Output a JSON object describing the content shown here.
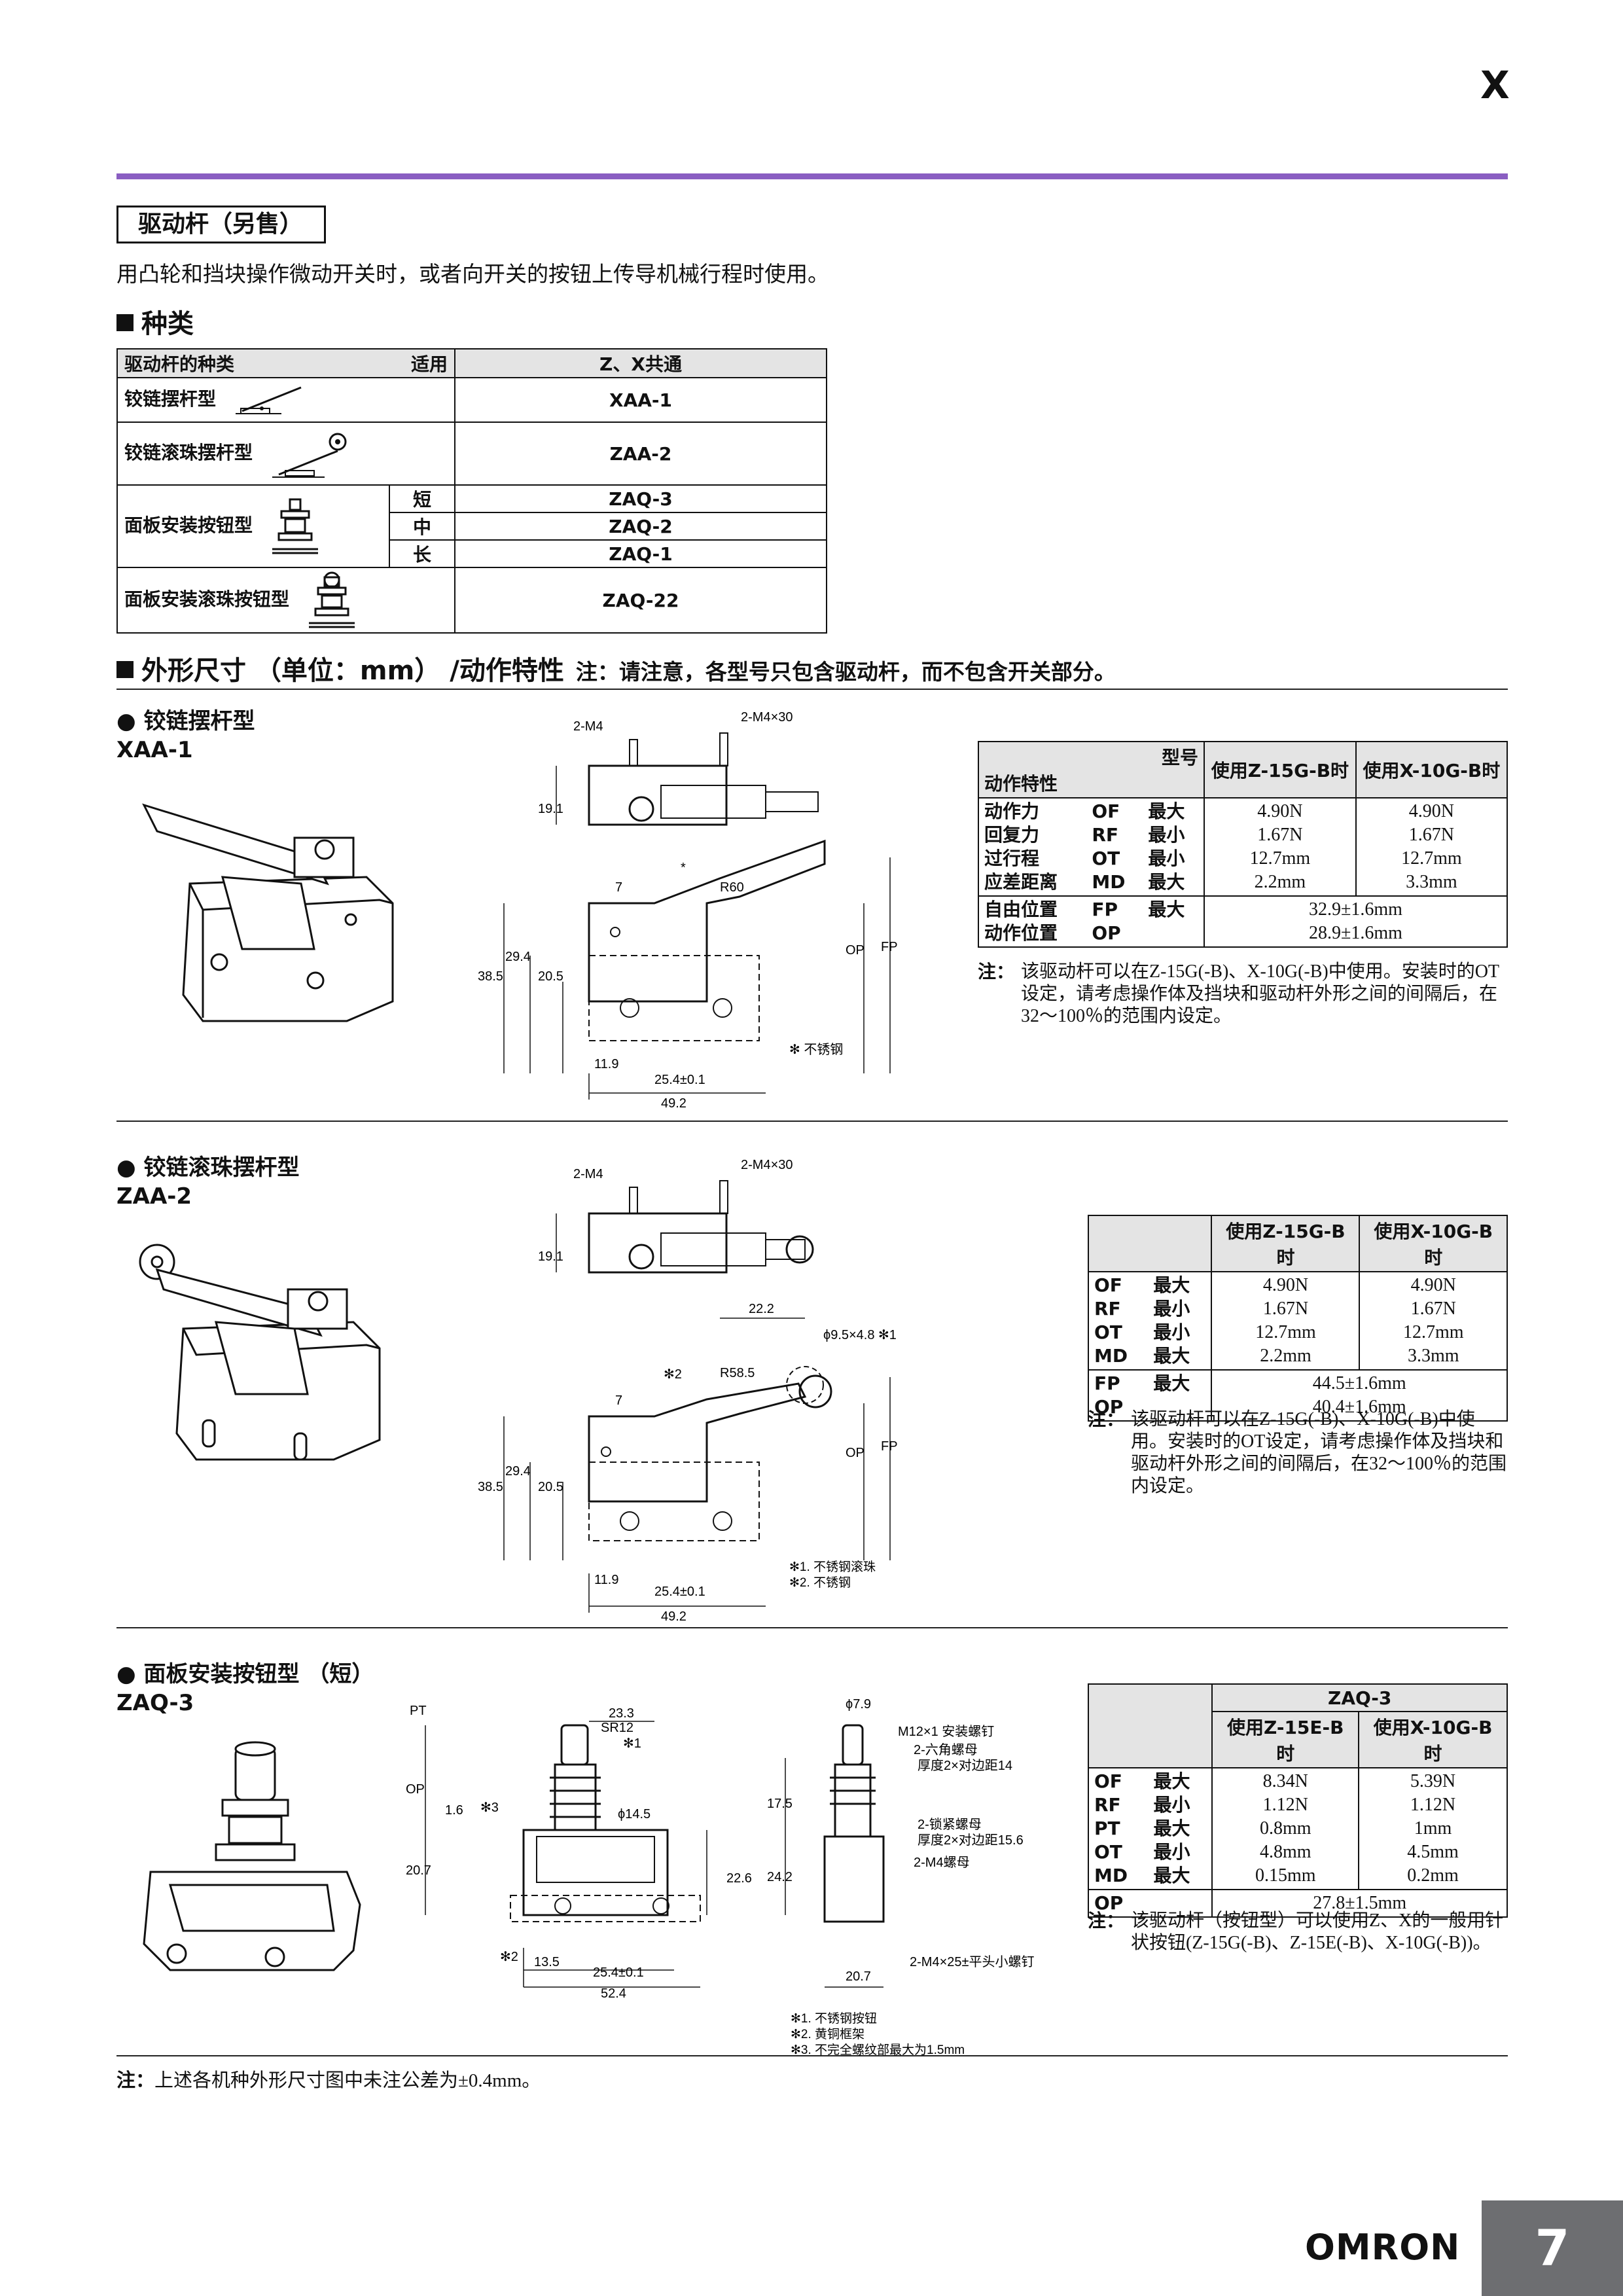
{
  "header": {
    "series_letter": "X"
  },
  "footer": {
    "brand": "OMRON",
    "page_number": "7",
    "tolerance_note": "上述各机种外形尺寸图中未注公差为±0.4mm。",
    "note_label": "注："
  },
  "colors": {
    "accent": "#8a5ec2",
    "page_tab": "#6d6e71",
    "table_header": "#e4e4e4"
  },
  "section": {
    "title": "驱动杆（另售）",
    "intro": "用凸轮和挡块操作微动开关时，或者向开关的按钮上传导机械行程时使用。"
  },
  "types": {
    "heading": "种类",
    "col_type": "驱动杆的种类",
    "col_apply": "适用",
    "col_model": "Z、X共通",
    "rows": [
      {
        "name": "铰链摆杆型",
        "model": "XAA-1"
      },
      {
        "name": "铰链滚珠摆杆型",
        "model": "ZAA-2"
      },
      {
        "name": "面板安装按钮型",
        "lengths": [
          {
            "len": "短",
            "model": "ZAQ-3"
          },
          {
            "len": "中",
            "model": "ZAQ-2"
          },
          {
            "len": "长",
            "model": "ZAQ-1"
          }
        ]
      },
      {
        "name": "面板安装滚珠按钮型",
        "model": "ZAQ-22"
      }
    ]
  },
  "dims": {
    "heading": "外形尺寸 （单位：mm） /动作特性",
    "note": "注：请注意，各型号只包含驱动杆，而不包含开关部分。"
  },
  "xaa1": {
    "title": "● 铰链摆杆型",
    "model": "XAA-1",
    "labels": {
      "m4": "2-M4",
      "m4x30": "2-M4×30",
      "d191": "19.1",
      "d7": "7",
      "r60": "R60",
      "d294": "29.4",
      "d385": "38.5",
      "d205": "20.5",
      "op": "OP",
      "fp": "FP",
      "d119": "11.9",
      "d254": "25.4±0.1",
      "d492": "49.2",
      "star": "*",
      "stainless": "✻ 不锈钢"
    },
    "table": {
      "col_model": "型号",
      "col_char": "动作特性",
      "col1": "使用Z-15G-B时",
      "col2": "使用X-10G-B时",
      "rows": [
        {
          "name": "动作力",
          "abbr": "OF",
          "lim": "最大",
          "v1": "4.90N",
          "v2": "4.90N"
        },
        {
          "name": "回复力",
          "abbr": "RF",
          "lim": "最小",
          "v1": "1.67N",
          "v2": "1.67N"
        },
        {
          "name": "过行程",
          "abbr": "OT",
          "lim": "最小",
          "v1": "12.7mm",
          "v2": "12.7mm"
        },
        {
          "name": "应差距离",
          "abbr": "MD",
          "lim": "最大",
          "v1": "2.2mm",
          "v2": "3.3mm"
        }
      ],
      "pos_rows": [
        {
          "name": "自由位置",
          "abbr": "FP",
          "lim": "最大",
          "v": "32.9±1.6mm"
        },
        {
          "name": "动作位置",
          "abbr": "OP",
          "lim": "",
          "v": "28.9±1.6mm"
        }
      ]
    },
    "note_label": "注：",
    "note": "该驱动杆可以在Z-15G(-B)、X-10G(-B)中使用。安装时的OT设定，请考虑操作体及挡块和驱动杆外形之间的间隔后，在32～100％的范围内设定。"
  },
  "zaa2": {
    "title": "● 铰链滚珠摆杆型",
    "model": "ZAA-2",
    "labels": {
      "m4": "2-M4",
      "m4x30": "2-M4×30",
      "d191": "19.1",
      "d222": "22.2",
      "roller": "ϕ9.5×4.8 ✻1",
      "s2": "✻2",
      "r585": "R58.5",
      "d7": "7",
      "d294": "29.4",
      "d385": "38.5",
      "d205": "20.5",
      "op": "OP",
      "fp": "FP",
      "d119": "11.9",
      "d254": "25.4±0.1",
      "d492": "49.2",
      "n1": "✻1. 不锈钢滚珠",
      "n2": "✻2. 不锈钢"
    },
    "table": {
      "col1": "使用Z-15G-B时",
      "col2": "使用X-10G-B时",
      "rows": [
        {
          "abbr": "OF",
          "lim": "最大",
          "v1": "4.90N",
          "v2": "4.90N"
        },
        {
          "abbr": "RF",
          "lim": "最小",
          "v1": "1.67N",
          "v2": "1.67N"
        },
        {
          "abbr": "OT",
          "lim": "最小",
          "v1": "12.7mm",
          "v2": "12.7mm"
        },
        {
          "abbr": "MD",
          "lim": "最大",
          "v1": "2.2mm",
          "v2": "3.3mm"
        }
      ],
      "pos_rows": [
        {
          "abbr": "FP",
          "lim": "最大",
          "v": "44.5±1.6mm"
        },
        {
          "abbr": "OP",
          "lim": "",
          "v": "40.4±1.6mm"
        }
      ]
    },
    "note_label": "注：",
    "note": "该驱动杆可以在Z-15G(-B)、X-10G(-B)中使用。安装时的OT设定，请考虑操作体及挡块和驱动杆外形之间的间隔后，在32～100％的范围内设定。"
  },
  "zaq3": {
    "title": "● 面板安装按钮型 （短）",
    "model": "ZAQ-3",
    "labels": {
      "pt": "PT",
      "d233": "23.3",
      "sr12": "SR12",
      "s1": "✻1",
      "op": "OP",
      "d16": "1.6",
      "s3": "✻3",
      "d145": "ϕ14.5",
      "d207": "20.7",
      "d226": "22.6",
      "s2": "✻2",
      "d135": "13.5",
      "d254": "25.4±0.1",
      "d524": "52.4",
      "d79": "ϕ7.9",
      "m12": "M12×1 安装螺钉",
      "hex": "2-六角螺母",
      "hex2": "厚度2×对边距14",
      "lock": "2-锁紧螺母",
      "lock2": "厚度2×对边距15.6",
      "m4nut": "2-M4螺母",
      "d175": "17.5",
      "d242": "24.2",
      "screw": "2-M4×25±平头小螺钉",
      "d207b": "20.7",
      "n1": "✻1. 不锈钢按钮",
      "n2": "✻2. 黄铜框架",
      "n3": "✻3. 不完全螺纹部最大为1.5mm"
    },
    "table": {
      "group": "ZAQ-3",
      "col1": "使用Z-15E-B时",
      "col2": "使用X-10G-B时",
      "rows": [
        {
          "abbr": "OF",
          "lim": "最大",
          "v1": "8.34N",
          "v2": "5.39N"
        },
        {
          "abbr": "RF",
          "lim": "最小",
          "v1": "1.12N",
          "v2": "1.12N"
        },
        {
          "abbr": "PT",
          "lim": "最大",
          "v1": "0.8mm",
          "v2": "1mm"
        },
        {
          "abbr": "OT",
          "lim": "最小",
          "v1": "4.8mm",
          "v2": "4.5mm"
        },
        {
          "abbr": "MD",
          "lim": "最大",
          "v1": "0.15mm",
          "v2": "0.2mm"
        }
      ],
      "pos_rows": [
        {
          "abbr": "OP",
          "lim": "",
          "v": "27.8±1.5mm"
        }
      ]
    },
    "note_label": "注：",
    "note": "该驱动杆（按钮型）可以使用Z、X的一般用针状按钮(Z-15G(-B)、Z-15E(-B)、X-10G(-B))。"
  }
}
